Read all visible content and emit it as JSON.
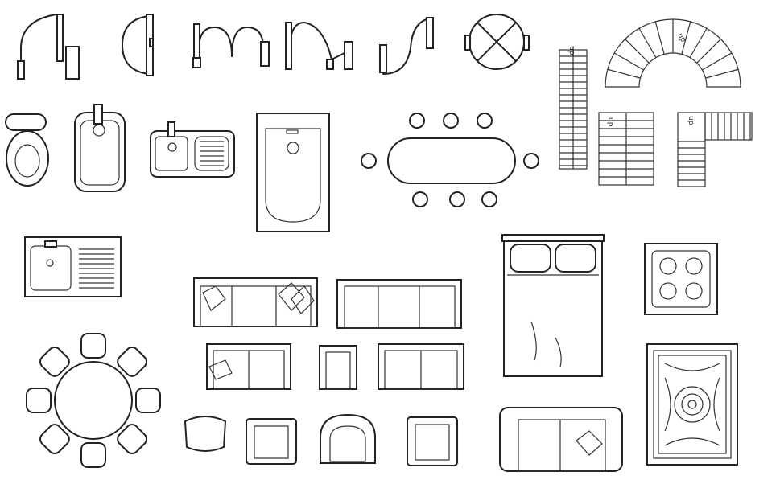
{
  "page": {
    "background": "#ffffff",
    "line_color": "#222222"
  },
  "labels": {
    "stair_up_1": "up",
    "stair_up_2": "up",
    "stair_up_3": "up",
    "stair_up_spiral": "up"
  },
  "symbols": [
    "door-single-swing-icon",
    "door-pivot-icon",
    "door-double-swing-icon",
    "door-double-opposite-icon",
    "door-single-small-icon",
    "round-table-icon",
    "straight-stair-icon",
    "spiral-stair-icon",
    "toilet-icon",
    "washbasin-icon",
    "kitchen-sink-icon",
    "bathtub-icon",
    "dining-table-icon",
    "l-stair-icon",
    "counter-sink-icon",
    "sofa-three-seat-icon",
    "bed-double-icon",
    "cooktop-icon",
    "round-dining-table-icon",
    "loveseat-icon",
    "armchair-icon",
    "rug-icon"
  ]
}
